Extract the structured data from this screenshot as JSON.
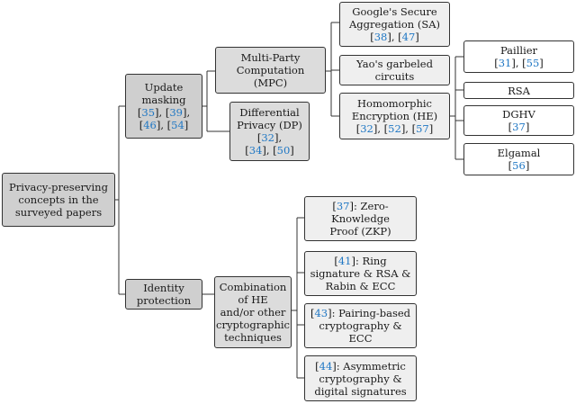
{
  "nodes": {
    "root": {
      "lines": [
        "Privacy-preserving",
        "concepts in the",
        "surveyed papers"
      ]
    },
    "update_masking": {
      "lines": [
        "Update",
        "masking"
      ],
      "refs": [
        [
          "35",
          "39"
        ],
        [
          "46",
          "54"
        ]
      ]
    },
    "identity_protection": {
      "lines": [
        "Identity",
        "protection"
      ]
    },
    "mpc": {
      "lines": [
        "Multi-Party",
        "Computation",
        "(MPC)"
      ]
    },
    "dp": {
      "lines": [
        "Differential",
        "Privacy (DP)"
      ],
      "refs": [
        [
          "32"
        ],
        [
          "34",
          "50"
        ]
      ]
    },
    "google_sa": {
      "lines": [
        "Google's Secure",
        "Aggregation (SA)"
      ],
      "refs": [
        [
          "38",
          "47"
        ]
      ]
    },
    "yao": {
      "lines": [
        "Yao's garbeled",
        "circuits"
      ]
    },
    "he": {
      "lines": [
        "Homomorphic",
        "Encryption (HE)"
      ],
      "refs": [
        [
          "32",
          "52",
          "57"
        ]
      ]
    },
    "paillier": {
      "lines": [
        "Paillier"
      ],
      "refs": [
        [
          "31",
          "55"
        ]
      ]
    },
    "rsa": {
      "lines": [
        "RSA"
      ]
    },
    "dghv": {
      "lines": [
        "DGHV"
      ],
      "refs": [
        [
          "37"
        ]
      ]
    },
    "elgamal": {
      "lines": [
        "Elgamal"
      ],
      "refs": [
        [
          "56"
        ]
      ]
    },
    "combination": {
      "lines": [
        "Combination",
        "of HE",
        "and/or other",
        "cryptographic",
        "techniques"
      ]
    },
    "zkp": {
      "ref": "37",
      "lead": ": Zero-",
      "lines": [
        "Knowledge",
        "Proof (ZKP)"
      ]
    },
    "ring": {
      "ref": "41",
      "lead": ": Ring",
      "lines": [
        "signature & RSA &",
        "Rabin & ECC"
      ]
    },
    "pairing": {
      "ref": "43",
      "lead": ": Pairing-based",
      "lines": [
        "cryptography &",
        "ECC"
      ]
    },
    "asym": {
      "ref": "44",
      "lead": ": Asymmetric",
      "lines": [
        "cryptography &",
        "digital signatures"
      ]
    }
  }
}
